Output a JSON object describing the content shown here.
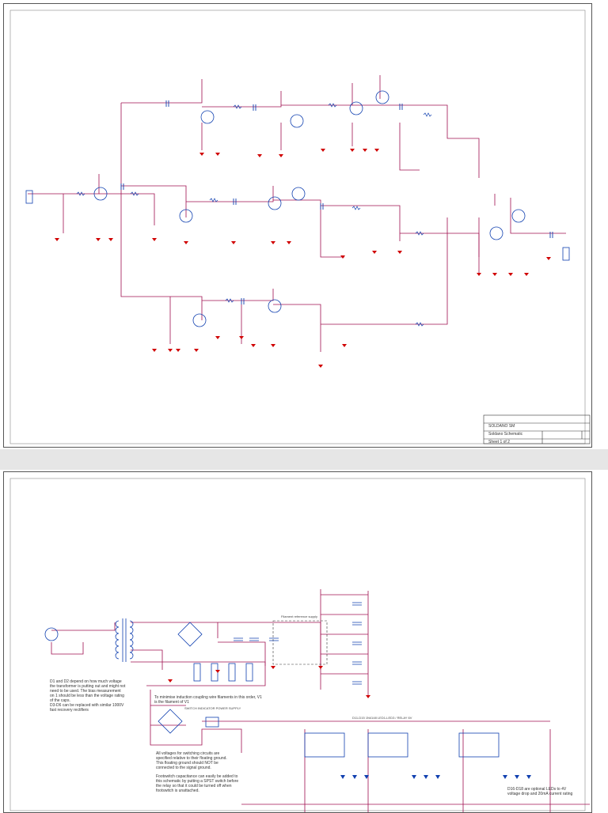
{
  "sheet1": {
    "title_block": {
      "project": "SOLDANO SM",
      "title": "Soldano Schematic",
      "footer": "Sheet 1 of 2"
    }
  },
  "sheet2": {
    "block_labels": {
      "heater_supply": "Filament reference supply",
      "relay_supply": "SWITCH INDICATOR POWER SUPPLY",
      "led_row": "D11-D15 1N4148   LED1-LED3 / RELAY 6V"
    },
    "notes": {
      "bias": "D1 and D2 depend on how much voltage the transformer is putting out and might not need to be used. The bias measurement on 1 should be less than the voltage rating of the caps.",
      "replace": "D3-D6 can be replaced with similar 1000V fast recovery rectifiers",
      "reduce": "To minimise induction coupling wire filaments in this order, V1 is the filament of V1",
      "ground": "All voltages for switching circuits are specified relative to their floating ground. This floating ground should NOT be connected to the signal ground.",
      "footswitch": "Footswitch capacitance can easily be added to this schematic by putting a SPST switch before the relay so that it could be turned off when footswitch is unattached.",
      "leds": "D16-D18 are optional LEDs to 4V voltage drop and 20mA current rating"
    }
  },
  "colors": {
    "wire": "#a01050",
    "ground": "#d00000",
    "component": "#1040b0",
    "border": "#555555"
  }
}
